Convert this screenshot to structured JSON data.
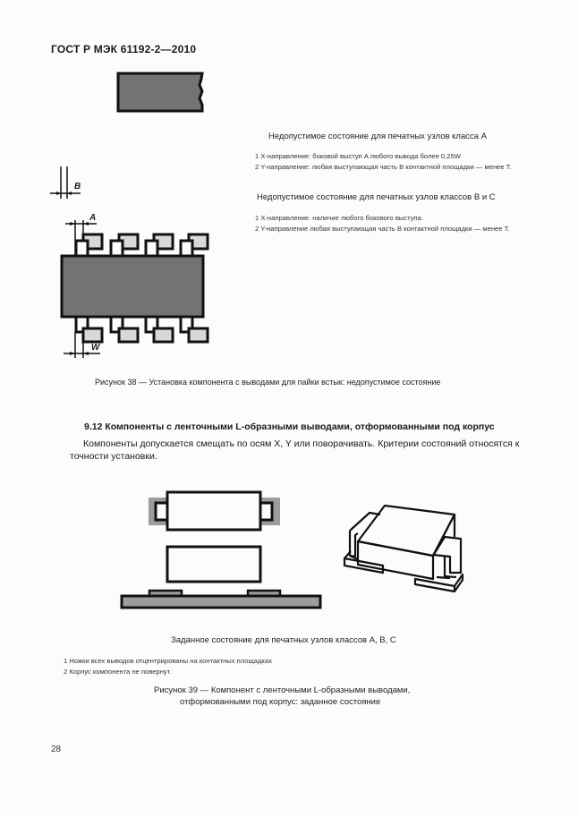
{
  "header": {
    "doc_id": "ГОСТ Р МЭК 61192-2—2010"
  },
  "figure38": {
    "dimension_labels": {
      "B": "B",
      "A": "A",
      "W": "W"
    },
    "class_a": {
      "title": "Недопустимое состояние для печатных узлов класса А",
      "items": [
        "1 X-направление: боковой выступ A любого вывода более 0,25W",
        "2 Y-направление: любая выступающая часть B контактной площадки — менее T."
      ]
    },
    "class_bc": {
      "title": "Недопустимое состояние для печатных узлов классов В и С",
      "items": [
        "1 X-направление. наличие любого бокового выступа.",
        "2 Y-направление любая выступающая часть B контактной площадки — менее T."
      ]
    },
    "caption": "Рисунок 38 — Установка компонента с выводами  для пайки встык: недопустимое состояние"
  },
  "section": {
    "title": "9.12 Компоненты с ленточными L-образными выводами, отформованными под корпус",
    "body": "Компоненты допускается смещать по осям X, Y или поворачивать. Критерии состояний относятся к точности установки."
  },
  "figure39": {
    "state_title": "Заданное состояние для печатных узлов классов А, В, С",
    "items": [
      "1 Ножки всех выводов отцентрированы на контактных площадках",
      "2 Корпус компонента не повернут."
    ],
    "caption_line1": "Рисунок 39 — Компонент с ленточными L-образными выводами,",
    "caption_line2": "отформованными под корпус: заданное состояние"
  },
  "footer": {
    "page_number": "28"
  },
  "colors": {
    "body_fill": "#737373",
    "pad_fill": "#9c9c9c",
    "outline": "#111111"
  }
}
